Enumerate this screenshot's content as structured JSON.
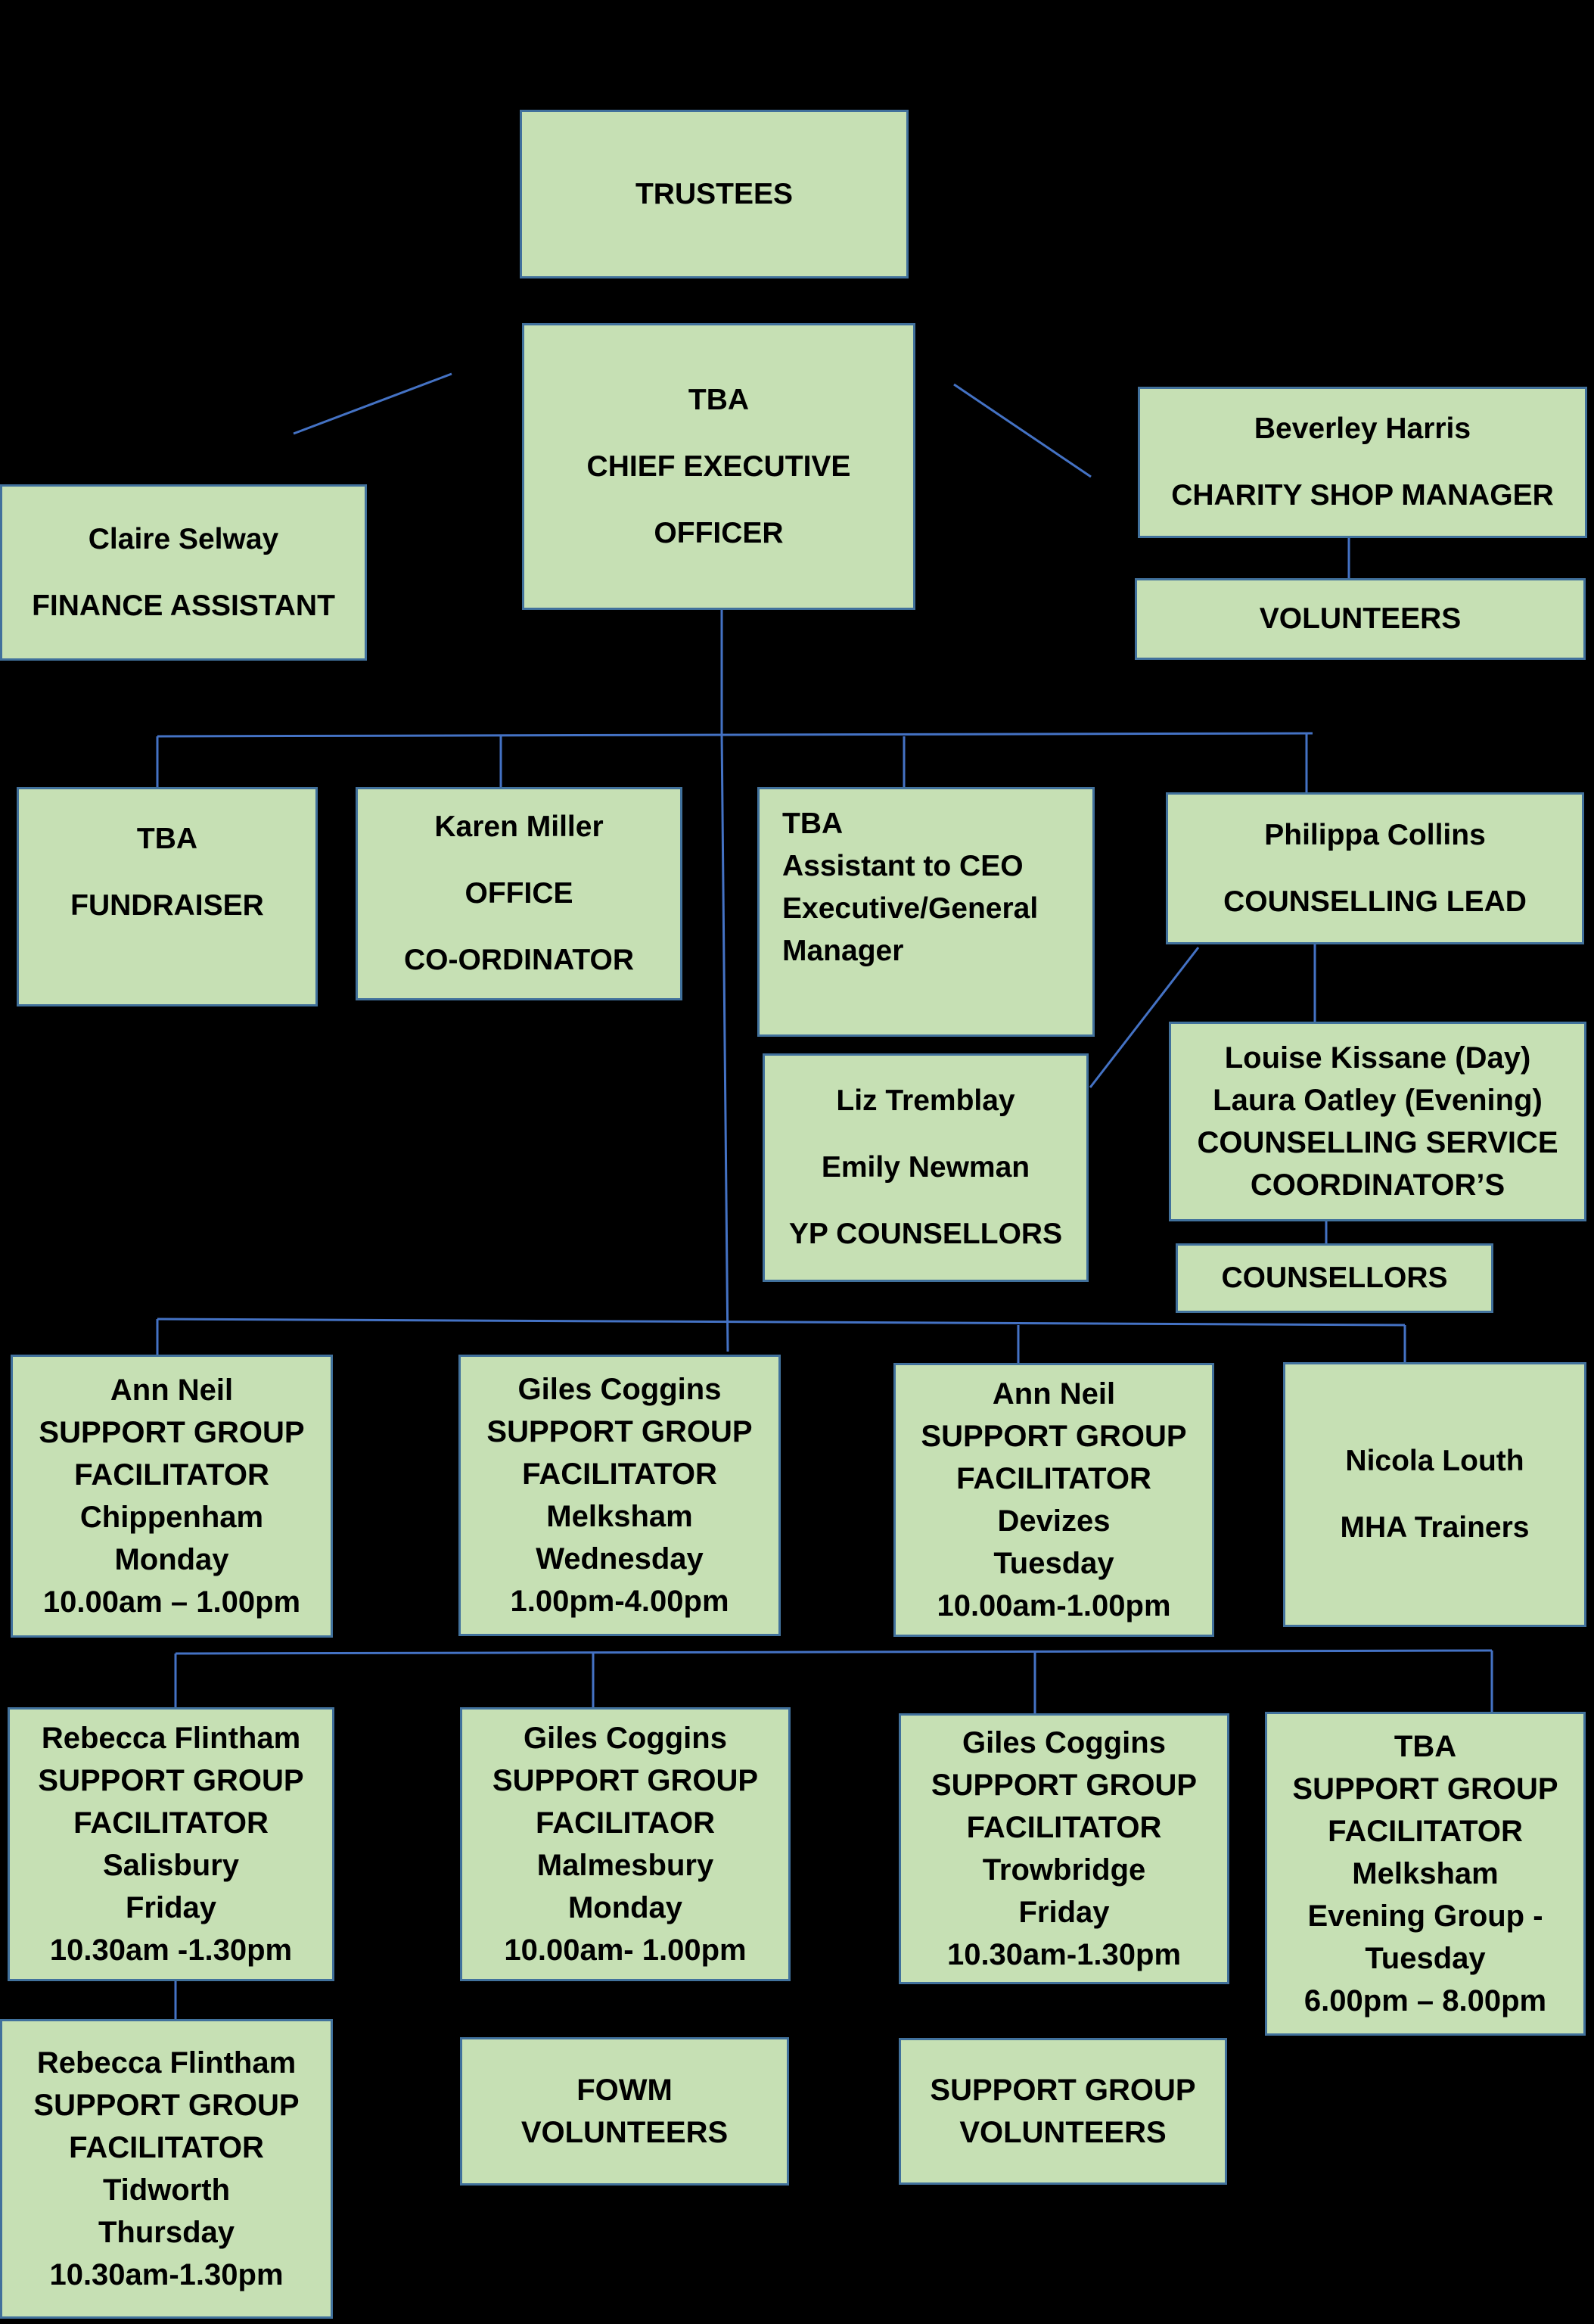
{
  "title": "",
  "boxes": {
    "trustees": [
      "TRUSTEES"
    ],
    "ceo": [
      "TBA",
      "CHIEF EXECUTIVE",
      "OFFICER"
    ],
    "finance": [
      "Claire Selway",
      "FINANCE ASSISTANT"
    ],
    "shop_manager": [
      "Beverley Harris",
      "CHARITY SHOP MANAGER"
    ],
    "shop_volunteers": [
      "VOLUNTEERS"
    ],
    "fundraiser": [
      "TBA",
      "FUNDRAISER"
    ],
    "office": [
      "Karen Miller",
      "OFFICE",
      "CO-ORDINATOR"
    ],
    "assistant_ceo": [
      "TBA",
      "Assistant to CEO",
      "Executive/General",
      "Manager"
    ],
    "counselling_lead": [
      "Philippa Collins",
      "COUNSELLING LEAD"
    ],
    "yp_counsellors": [
      "Liz Tremblay",
      "Emily Newman",
      "YP COUNSELLORS"
    ],
    "counselling_coordinators": [
      "Louise Kissane (Day)",
      "Laura Oatley (Evening)",
      "COUNSELLING SERVICE",
      "COORDINATOR’S"
    ],
    "counsellors": [
      "COUNSELLORS"
    ],
    "sg_chippenham": [
      "Ann Neil",
      "SUPPORT GROUP",
      "FACILITATOR",
      "Chippenham",
      "Monday",
      "10.00am – 1.00pm"
    ],
    "sg_melksham_wed": [
      "Giles Coggins",
      "SUPPORT GROUP",
      "FACILITATOR",
      "Melksham",
      "Wednesday",
      "1.00pm-4.00pm"
    ],
    "sg_devizes": [
      "Ann Neil",
      "SUPPORT GROUP",
      "FACILITATOR",
      "Devizes",
      "Tuesday",
      "10.00am-1.00pm"
    ],
    "mha_trainers": [
      "Nicola Louth",
      "MHA Trainers"
    ],
    "sg_salisbury": [
      "Rebecca Flintham",
      "SUPPORT GROUP",
      "FACILITATOR",
      "Salisbury",
      "Friday",
      "10.30am -1.30pm"
    ],
    "sg_malmesbury": [
      "Giles Coggins",
      "SUPPORT GROUP",
      "FACILITAOR",
      "Malmesbury",
      "Monday",
      "10.00am- 1.00pm"
    ],
    "sg_trowbridge": [
      "Giles Coggins",
      "SUPPORT GROUP",
      "FACILITATOR",
      "Trowbridge",
      "Friday",
      "10.30am-1.30pm"
    ],
    "sg_melksham_eve": [
      "TBA",
      "SUPPORT GROUP",
      "FACILITATOR",
      "Melksham",
      "Evening Group -",
      "Tuesday",
      "6.00pm – 8.00pm"
    ],
    "sg_tidworth": [
      "Rebecca Flintham",
      "SUPPORT GROUP",
      "FACILITATOR",
      "Tidworth",
      "Thursday",
      "10.30am-1.30pm"
    ],
    "fowm_volunteers": [
      "FOWM",
      "VOLUNTEERS"
    ],
    "sg_volunteers": [
      "SUPPORT GROUP",
      "VOLUNTEERS"
    ]
  },
  "colors": {
    "background": "#000000",
    "box_fill": "#c6e0b4",
    "box_border": "#41719c",
    "connector": "#4472c4"
  }
}
